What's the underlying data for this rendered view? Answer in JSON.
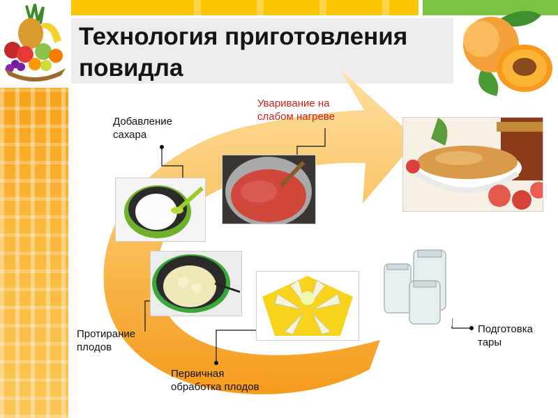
{
  "title": "Технология приготовления повидла",
  "steps": [
    {
      "id": "sugar",
      "label": "Добавление\nсахара"
    },
    {
      "id": "boiling",
      "label": "Уваривание на\nслабом нагреве"
    },
    {
      "id": "rubbing",
      "label": "Протирание\nплодов"
    },
    {
      "id": "primary",
      "label": "Первичная\nобработка плодов"
    },
    {
      "id": "jars",
      "label": "Подготовка\nтары"
    }
  ],
  "colors": {
    "accent_orange": "#f7a21a",
    "arrow_light": "#fde3a6",
    "label_red": "#d0201f",
    "title_box": "#ececec",
    "top_bar_yellow": "#f8c400",
    "top_bar_green": "#7cc242"
  },
  "icons": [
    "fruit-basket-image",
    "peach-image",
    "cyclic-arrow",
    "connector-dot"
  ]
}
